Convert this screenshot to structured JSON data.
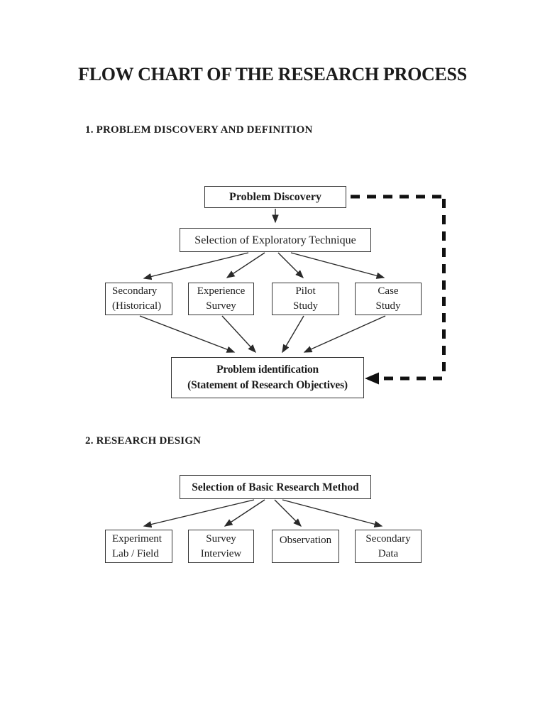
{
  "page": {
    "title": "FLOW CHART OF THE RESEARCH PROCESS",
    "background_color": "#ffffff",
    "ink_color": "#1c1c1c"
  },
  "sections": {
    "one": {
      "heading": "1. PROBLEM DISCOVERY AND DEFINITION"
    },
    "two": {
      "heading": "2. RESEARCH DESIGN"
    }
  },
  "flowchart1": {
    "problem_discovery": "Problem Discovery",
    "selection_exploratory": "Selection of Exploratory Technique",
    "secondary": {
      "line1": "Secondary",
      "line2": "(Historical)"
    },
    "experience": {
      "line1": "Experience",
      "line2": "Survey"
    },
    "pilot": {
      "line1": "Pilot",
      "line2": "Study"
    },
    "case": {
      "line1": "Case",
      "line2": "Study"
    },
    "problem_identification": {
      "line1": "Problem identification",
      "line2": "(Statement of Research Objectives)"
    },
    "feedback_loop": "dashed-feedback-arrow-from-problem-discovery-to-problem-identification"
  },
  "flowchart2": {
    "selection_basic": "Selection of Basic Research Method",
    "experiment": {
      "line1": "Experiment",
      "line2": "Lab / Field"
    },
    "survey": {
      "line1": "Survey",
      "line2": "Interview"
    },
    "observation": "Observation",
    "secondary_data": {
      "line1": "Secondary",
      "line2": "Data"
    }
  }
}
